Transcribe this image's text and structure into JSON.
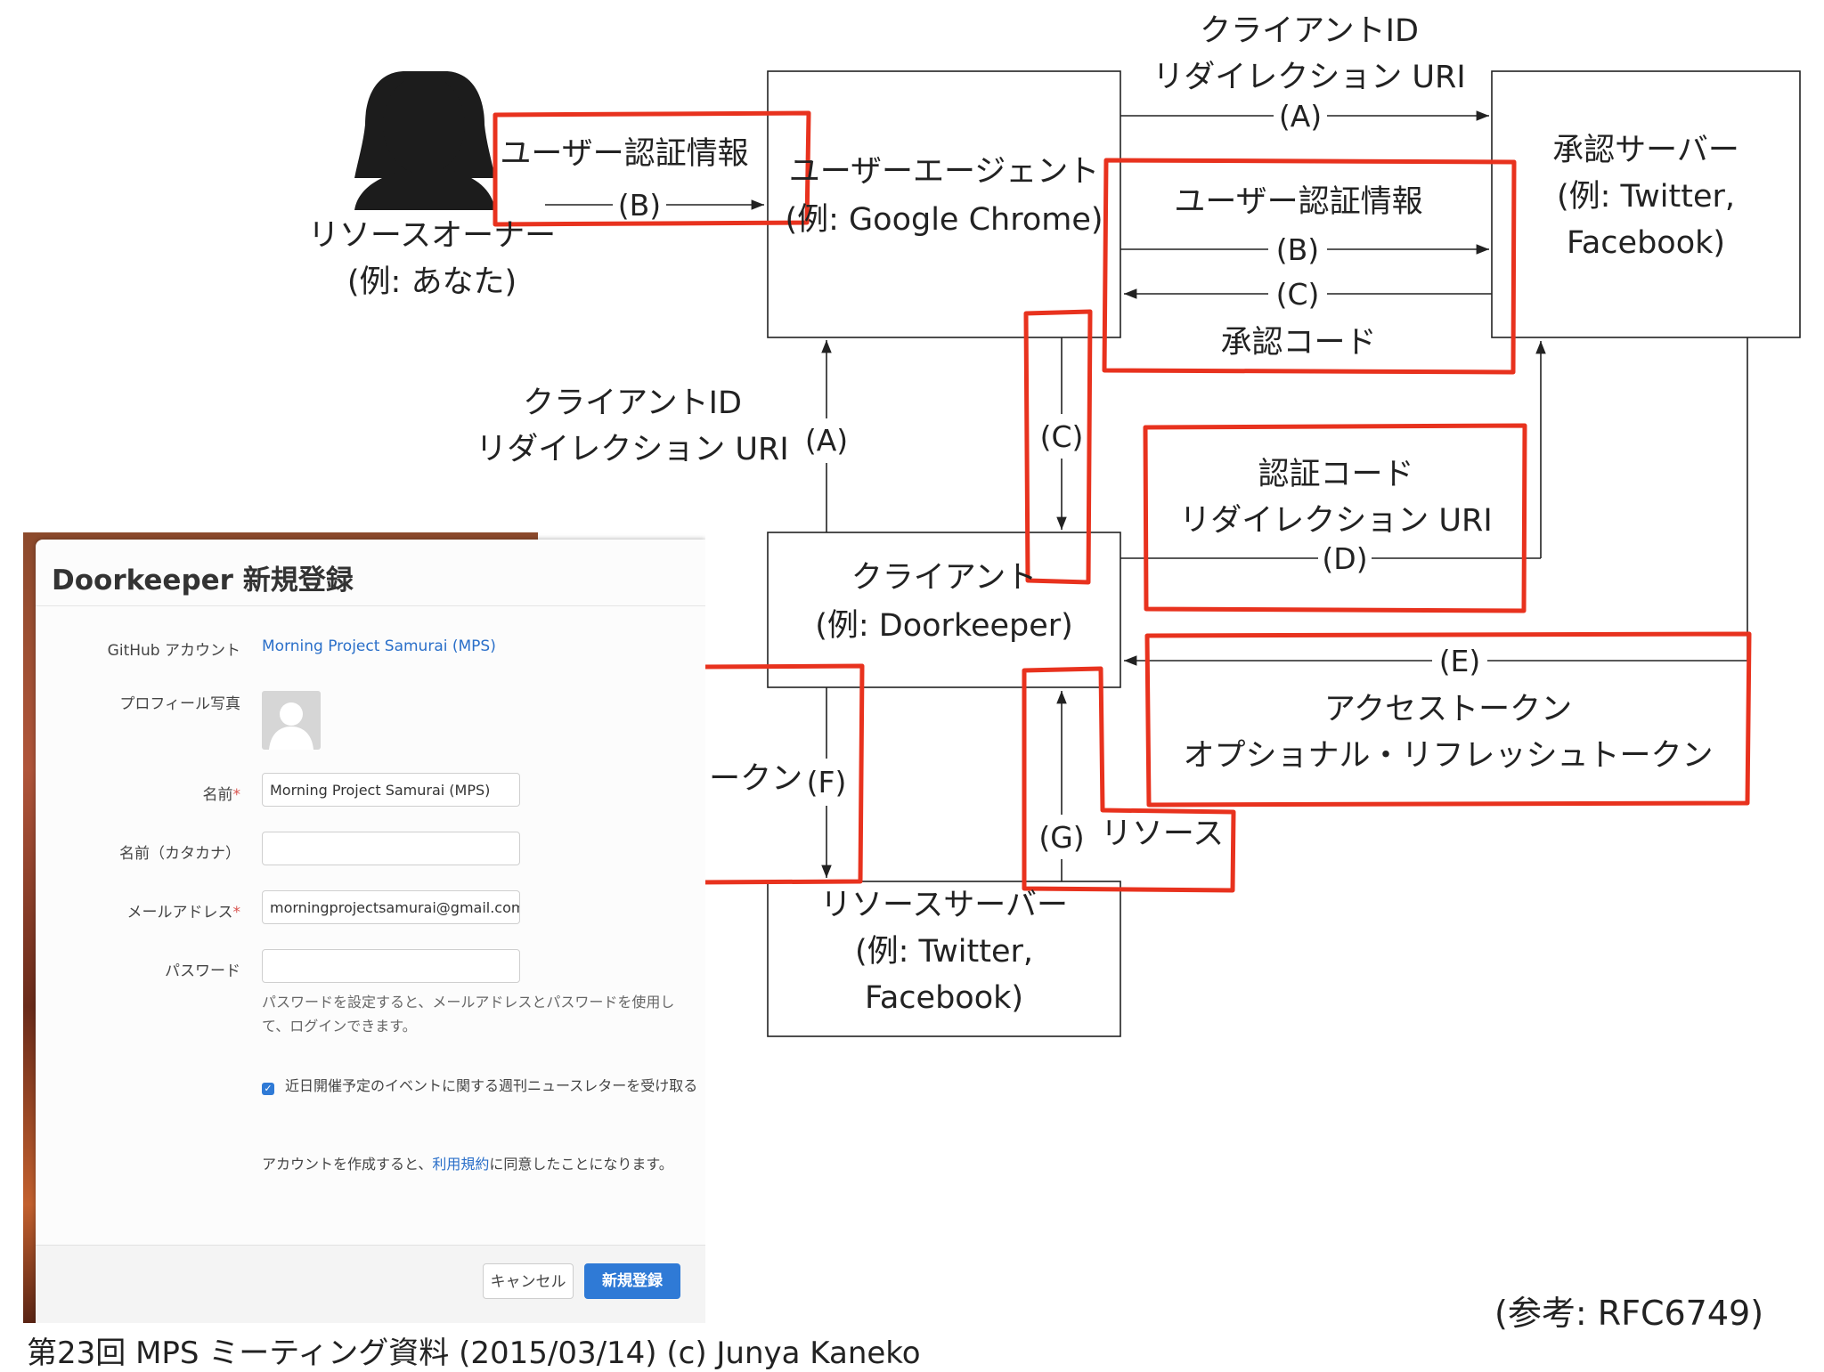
{
  "diagram": {
    "resource_owner": {
      "line1": "リソースオーナー",
      "line2": "(例: あなた)"
    },
    "user_agent": {
      "line1": "ユーザーエージェント",
      "line2": "(例: Google Chrome)"
    },
    "auth_server": {
      "line1": "承認サーバー",
      "line2": "(例: Twitter,",
      "line3": "Facebook)"
    },
    "client": {
      "line1": "クライアント",
      "line2": "(例: Doorkeeper)"
    },
    "resource_server": {
      "line1": "リソースサーバー",
      "line2": "(例: Twitter,",
      "line3": "Facebook)"
    },
    "flows": {
      "a_top": {
        "line1": "クライアントID",
        "line2": "リダイレクション URI",
        "tag": "(A)"
      },
      "b_owner": {
        "text": "ユーザー認証情報",
        "tag": "(B)"
      },
      "b_auth": {
        "text": "ユーザー認証情報",
        "tag": "(B)"
      },
      "c_auth": {
        "tag": "(C)",
        "text": "承認コード"
      },
      "a_left": {
        "line1": "クライアントID",
        "line2": "リダイレクション URI",
        "tag": "(A)"
      },
      "c_vertical": {
        "tag": "(C)"
      },
      "d": {
        "line1": "認証コード",
        "line2": "リダイレクション URI",
        "tag": "(D)"
      },
      "e": {
        "tag": "(E)",
        "line1": "アクセストークン",
        "line2": "オプショナル・リフレッシュトークン"
      },
      "f": {
        "text": "アクセストークン",
        "tag": "(F)"
      },
      "g": {
        "tag": "(G)",
        "text": "リソース"
      }
    },
    "highlight_color": "#e8321e"
  },
  "screenshot": {
    "title": "Doorkeeper 新規登録",
    "github_label": "GitHub アカウント",
    "github_value": "Morning Project Samurai (MPS)",
    "photo_label": "プロフィール写真",
    "name_label": "名前",
    "name_value": "Morning Project Samurai (MPS)",
    "kana_label": "名前（カタカナ）",
    "email_label": "メールアドレス",
    "email_value": "morningprojectsamurai@gmail.com",
    "password_label": "パスワード",
    "password_help": "パスワードを設定すると、メールアドレスとパスワードを使用して、ログインできます。",
    "newsletter_label": "近日開催予定のイベントに関する週刊ニュースレターを受け取る",
    "terms_prefix": "アカウントを作成すると、",
    "terms_link": "利用規約",
    "terms_suffix": "に同意したことになります。",
    "cancel_button": "キャンセル",
    "submit_button": "新規登録",
    "link_color": "#2a6fc9",
    "button_color": "#2f7ad6"
  },
  "reference": "(参考: RFC6749)",
  "footer": "第23回 MPS ミーティング資料 (2015/03/14) (c) Junya Kaneko"
}
